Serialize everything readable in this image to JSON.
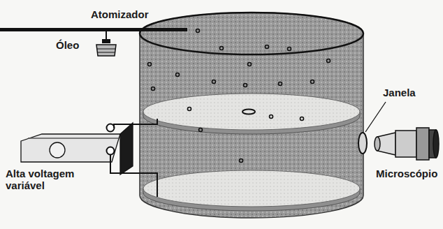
{
  "diagram": {
    "labels": [
      "Atomizador",
      "Óleo",
      "Alta voltagem variável",
      "Janela",
      "Microscópio"
    ]
  }
}
